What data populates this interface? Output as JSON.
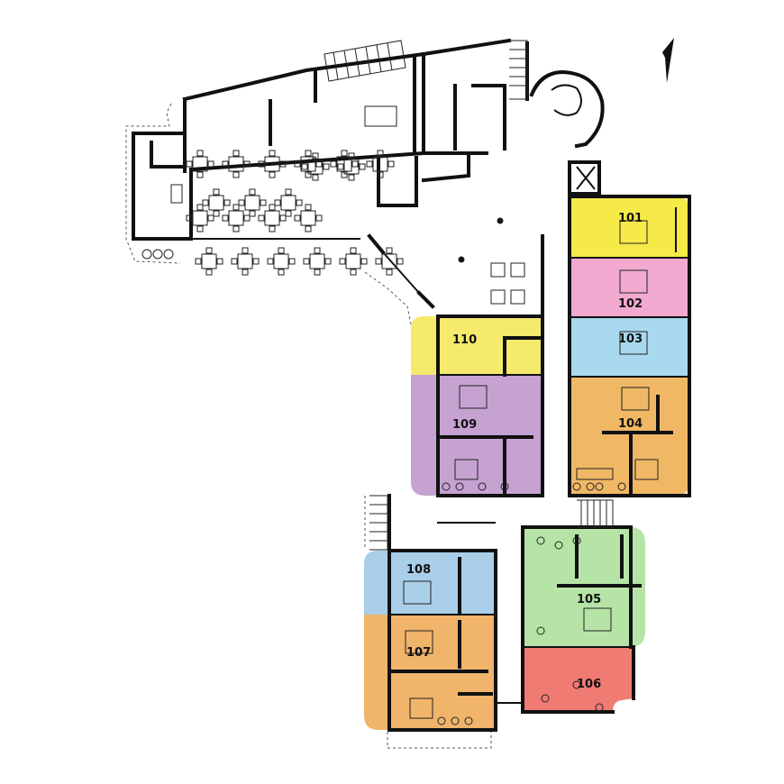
{
  "plan": {
    "rooms": [
      {
        "id": "r101",
        "label": "101",
        "color": "#f5ea48"
      },
      {
        "id": "r102",
        "label": "102",
        "color": "#f2a9cf"
      },
      {
        "id": "r103",
        "label": "103",
        "color": "#a9d9ef"
      },
      {
        "id": "r104",
        "label": "104",
        "color": "#f0b865"
      },
      {
        "id": "r105",
        "label": "105",
        "color": "#b6e4a6"
      },
      {
        "id": "r106",
        "label": "106",
        "color": "#f07b72"
      },
      {
        "id": "r107",
        "label": "107",
        "color": "#f0b46a"
      },
      {
        "id": "r108",
        "label": "108",
        "color": "#a9cfe8"
      },
      {
        "id": "r109",
        "label": "109",
        "color": "#c6a2d1"
      },
      {
        "id": "r110",
        "label": "110",
        "color": "#f5ea6c"
      }
    ],
    "north_arrow": "north-arrow-icon"
  }
}
